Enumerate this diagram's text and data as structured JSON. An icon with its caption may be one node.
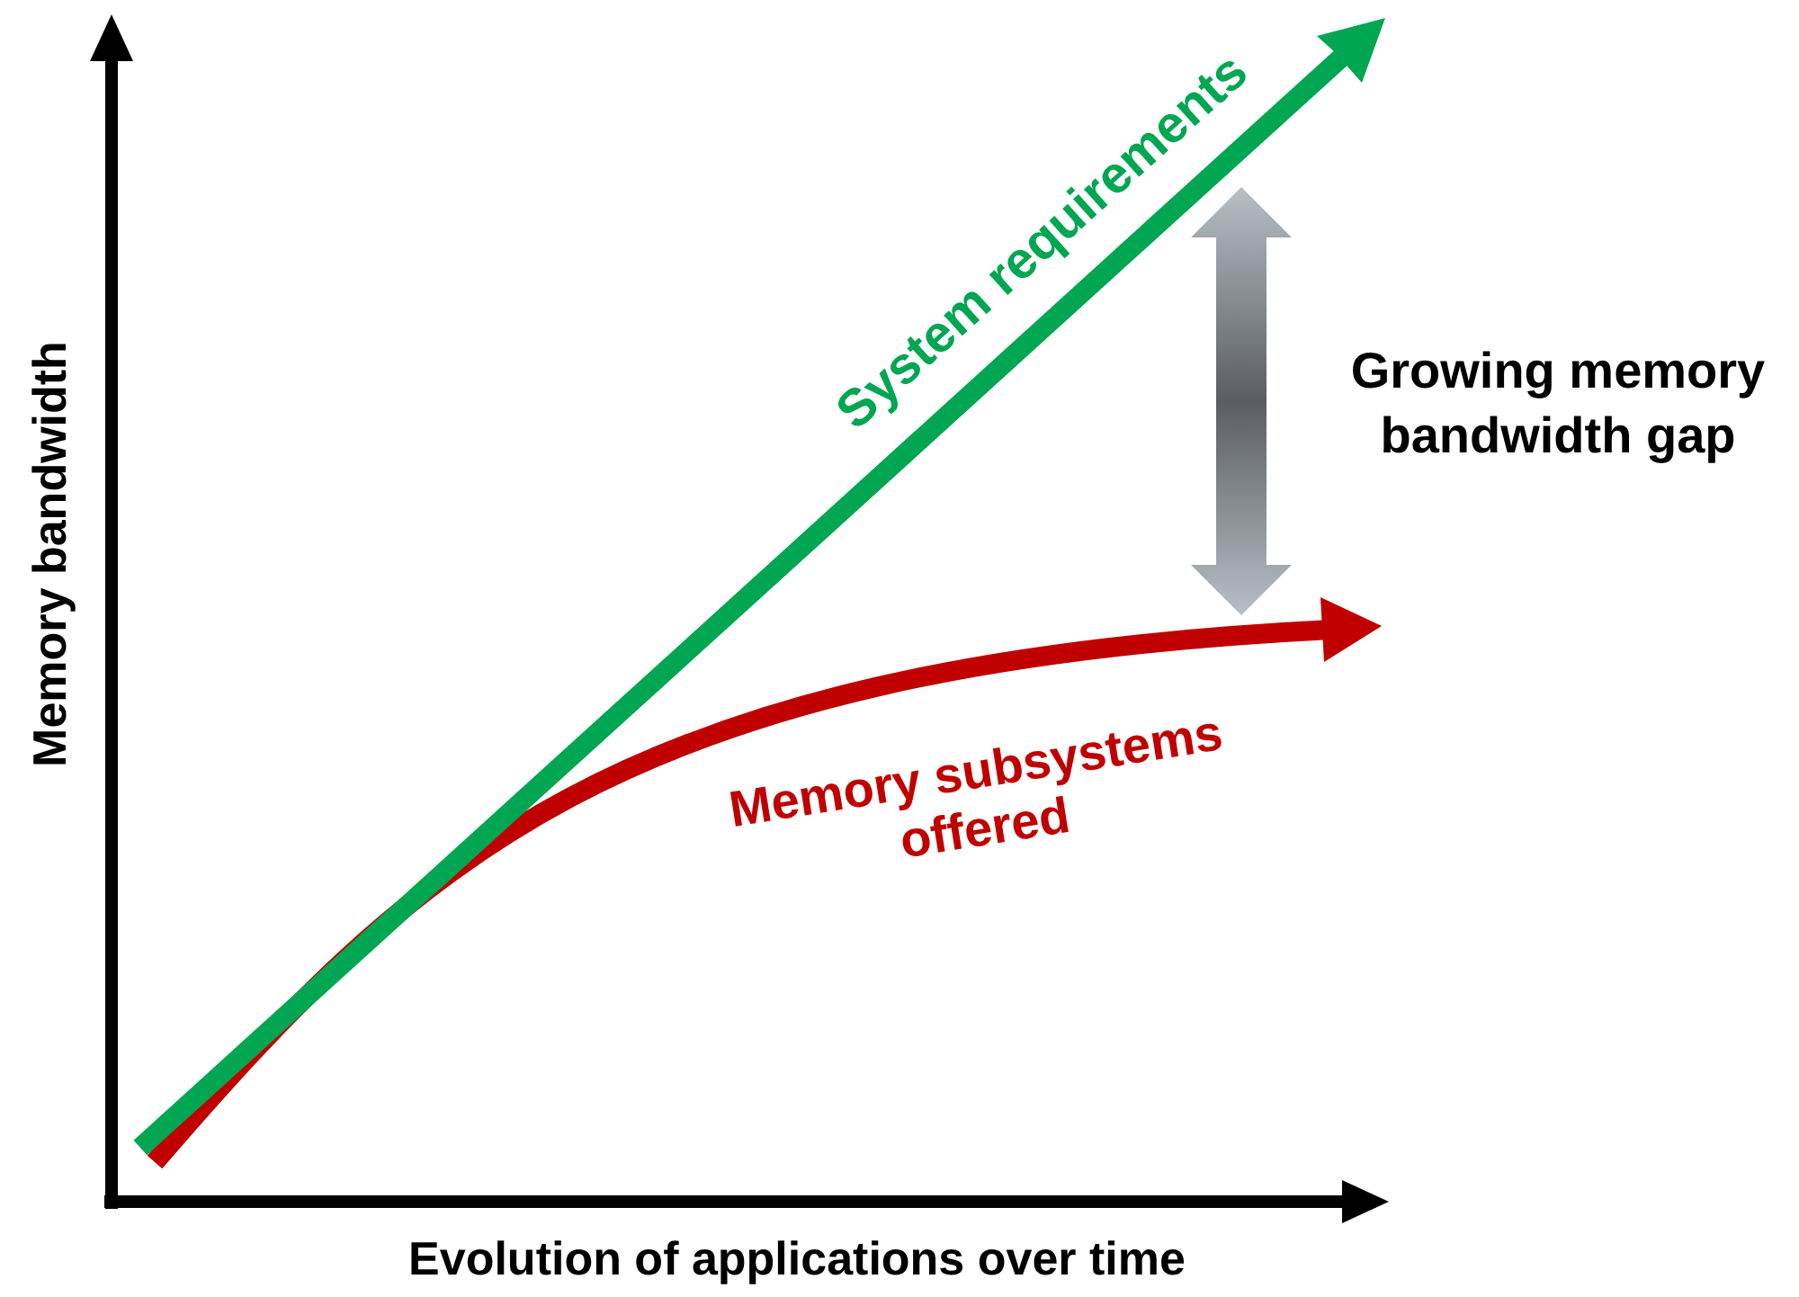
{
  "diagram": {
    "labels": [
      "System requirements",
      "Growing memory bandwidth gap",
      "Memory subsystems offered",
      "Memory bandwidth",
      "Evolution of applications over time"
    ]
  }
}
